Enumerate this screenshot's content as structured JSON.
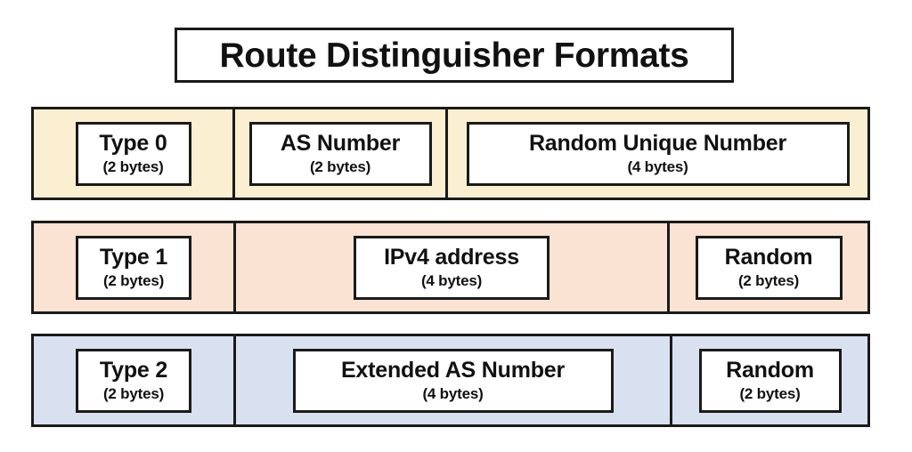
{
  "title": "Route Distinguisher Formats",
  "colors": {
    "outline": "#1a1a1a",
    "text": "#111111",
    "page_background": "#ffffff",
    "row_type0_background": "#faefd0",
    "row_type1_background": "#fae3d3",
    "row_type2_background": "#d9e0f0",
    "field_box_background": "#ffffff"
  },
  "rows": [
    {
      "id": "type-0",
      "segments": [
        {
          "name": "Type 0",
          "size": "(2 bytes)"
        },
        {
          "name": "AS Number",
          "size": "(2 bytes)"
        },
        {
          "name": "Random Unique Number",
          "size": "(4 bytes)"
        }
      ]
    },
    {
      "id": "type-1",
      "segments": [
        {
          "name": "Type 1",
          "size": "(2 bytes)"
        },
        {
          "name": "IPv4 address",
          "size": "(4 bytes)"
        },
        {
          "name": "Random",
          "size": "(2 bytes)"
        }
      ]
    },
    {
      "id": "type-2",
      "segments": [
        {
          "name": "Type 2",
          "size": "(2 bytes)"
        },
        {
          "name": "Extended AS Number",
          "size": "(4 bytes)"
        },
        {
          "name": "Random",
          "size": "(2 bytes)"
        }
      ]
    }
  ]
}
